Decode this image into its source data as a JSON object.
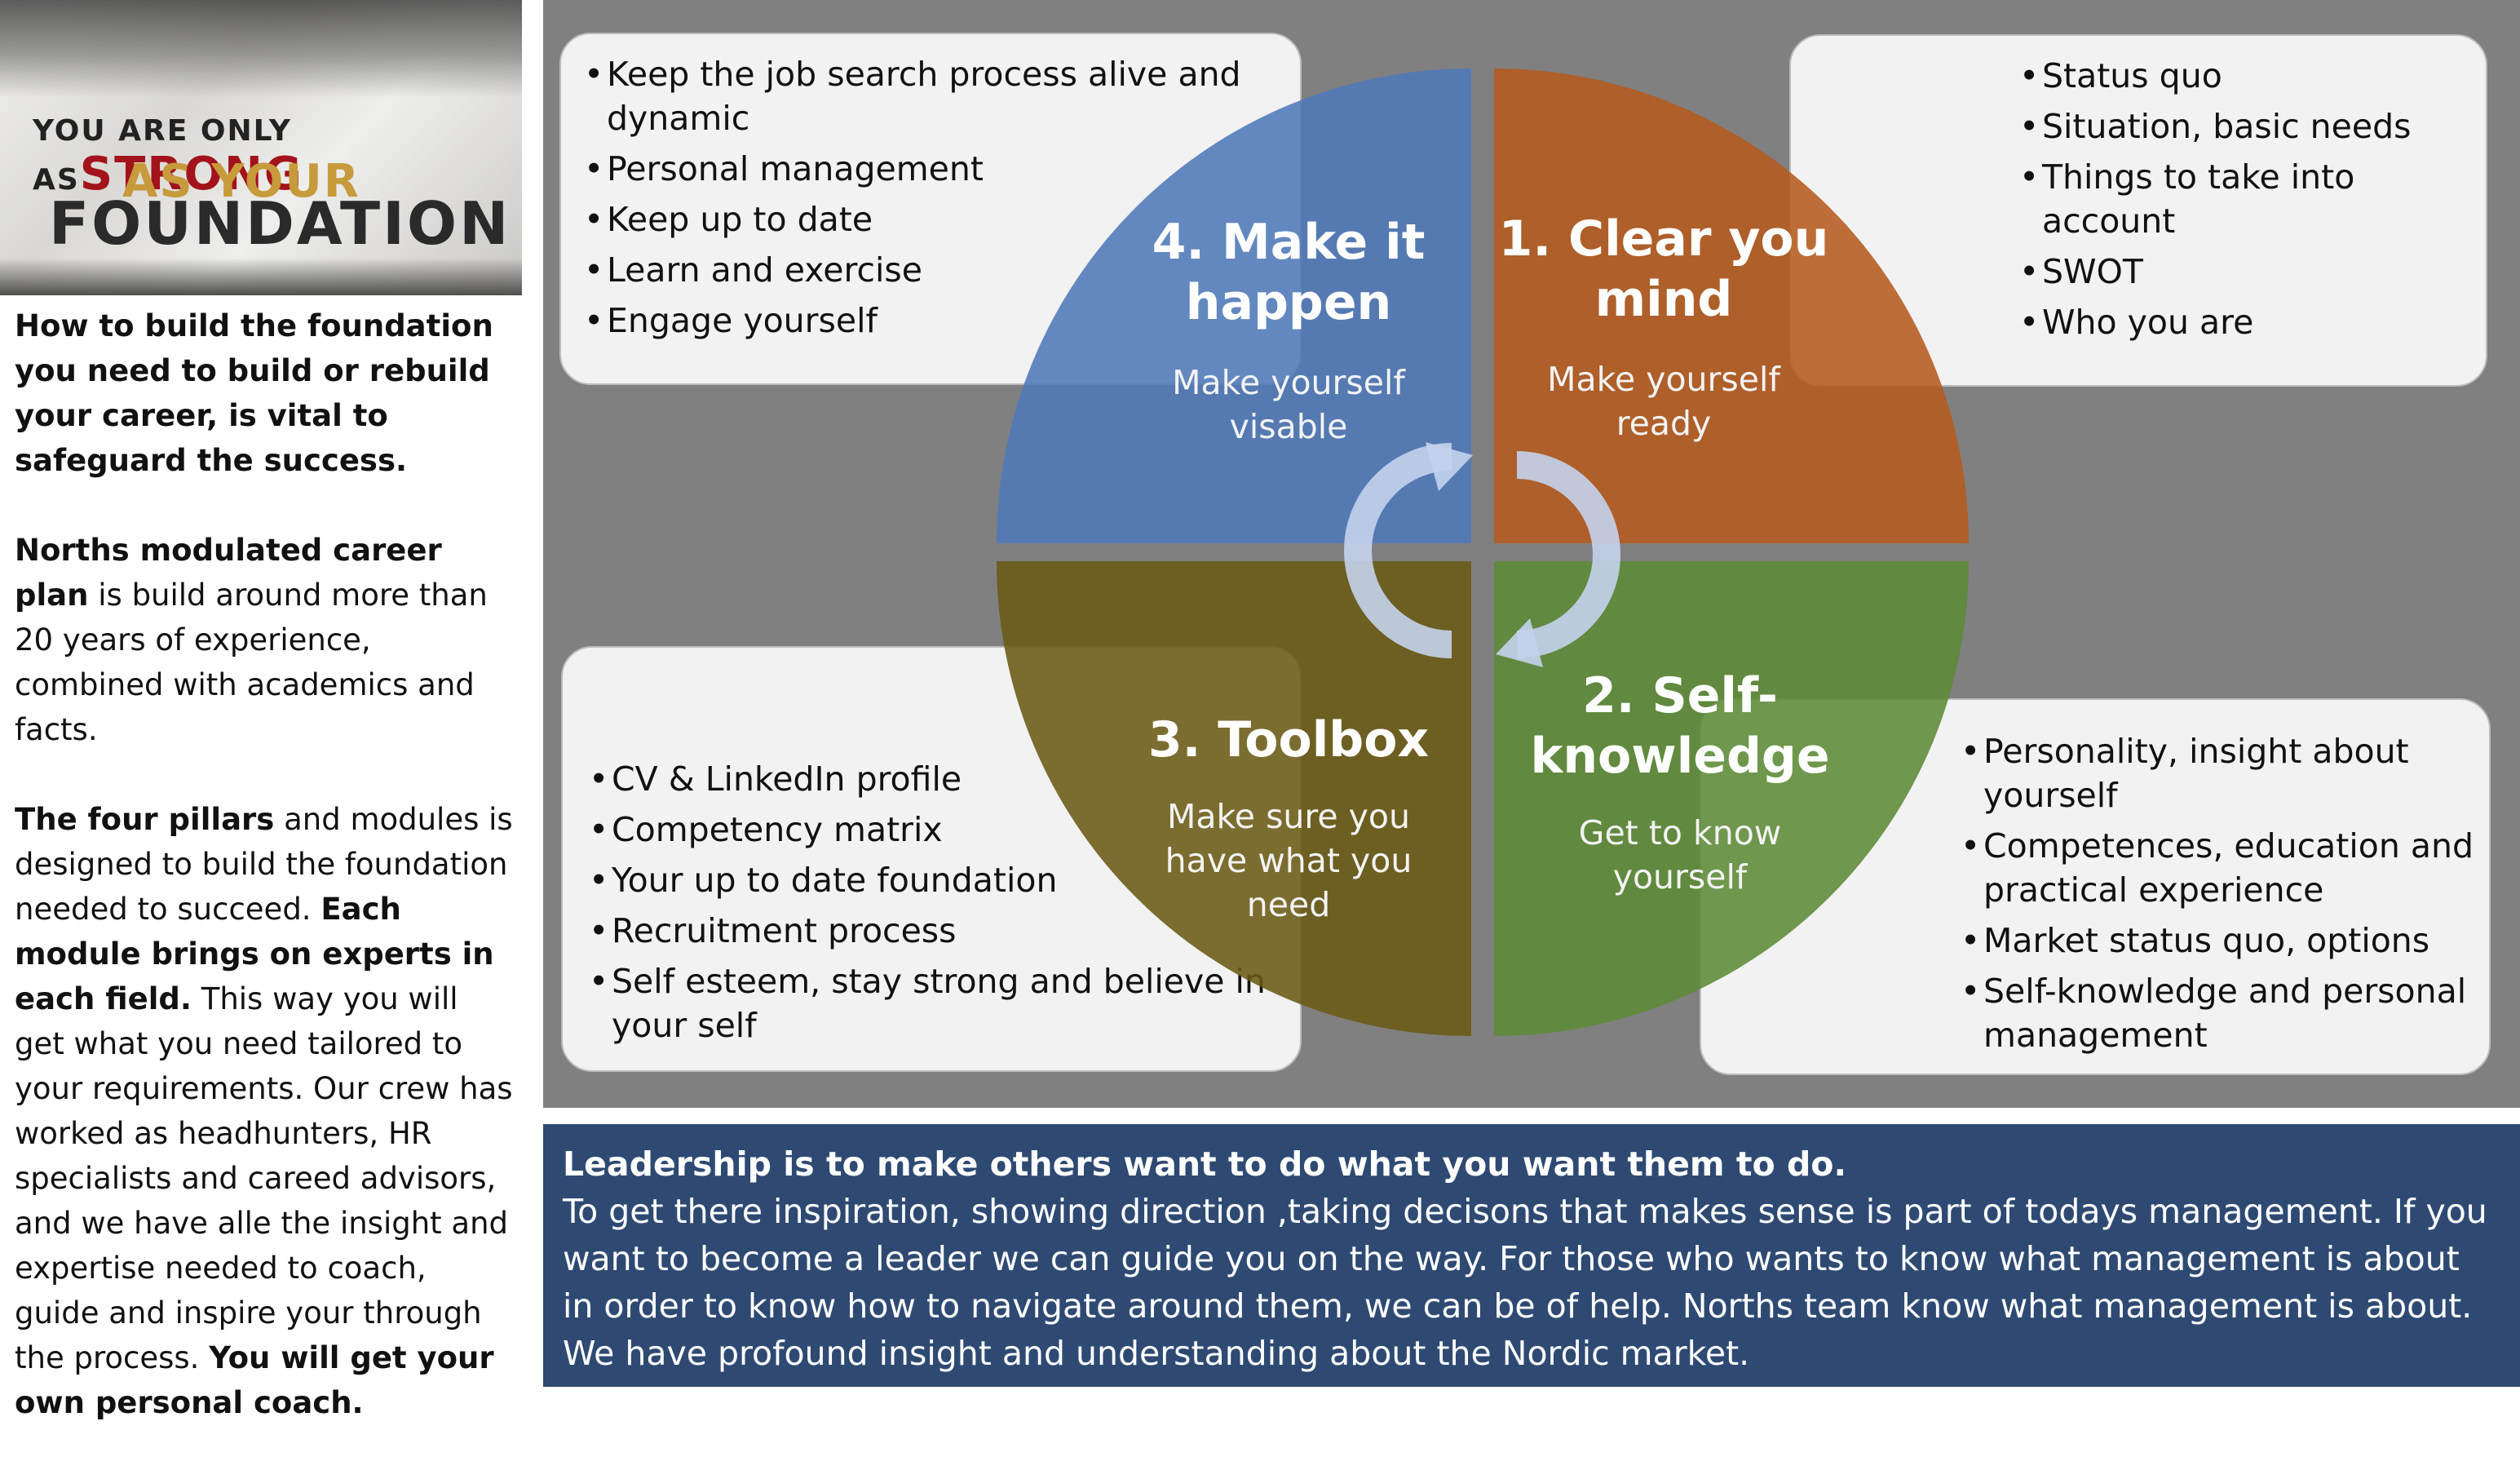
{
  "banner": {
    "line1a": "YOU ARE ONLY AS",
    "line1b": "STRONG",
    "line2": "AS YOUR",
    "line3": "FOUNDATION"
  },
  "intro": {
    "p1_bold": "How to build the foundation you need to build or rebuild your career, is vital to safeguard the success.",
    "p2_bold": "Norths modulated career plan",
    "p2_text": " is build around more than 20 years of experience, combined with academics and facts.",
    "p3_bold1": "The four pillars",
    "p3_text1": " and modules is designed to build the foundation needed to succeed. ",
    "p3_bold2": "Each module brings on experts in each field.",
    "p3_text2": " This way you will get what you need tailored to your requirements. Our crew has worked as headhunters, HR specialists and careed advisors, and we have alle the insight and expertise needed to coach, guide and inspire your through the process. ",
    "p3_bold3": "You will get your own personal coach."
  },
  "diagram": {
    "q1": {
      "title_line1": "1. Clear you",
      "title_line2": "mind",
      "sub_line1": "Make yourself",
      "sub_line2": "ready",
      "color": "#b45a1e"
    },
    "q2": {
      "title_line1": "2. Self-",
      "title_line2": "knowledge",
      "sub_line1": "Get to know",
      "sub_line2": "yourself",
      "color": "#5c8a35"
    },
    "q3": {
      "title_line1": "3. Toolbox",
      "sub_line1": "Make sure you",
      "sub_line2": "have what you",
      "sub_line3": "need",
      "color": "#6a5a14"
    },
    "q4": {
      "title_line1": "4. Make it",
      "title_line2": "happen",
      "sub_line1": "Make yourself",
      "sub_line2": "visable",
      "color": "#4f79b8"
    }
  },
  "boxes": {
    "top_left": [
      "Keep the job search process alive and dynamic",
      "Personal management",
      "Keep up to date",
      "Learn and exercise",
      "Engage yourself"
    ],
    "top_right": [
      "Status quo",
      "Situation, basic needs",
      "Things to take into account",
      "SWOT",
      "Who you are"
    ],
    "bottom_left": [
      "CV & LinkedIn profile",
      "Competency matrix",
      "Your up to date foundation",
      "Recruitment process",
      "Self esteem, stay strong and believe in your self"
    ],
    "bottom_right": [
      "Personality, insight about yourself",
      "Competences, education and practical experience",
      "Market status quo, options",
      "Self-knowledge and personal management"
    ]
  },
  "leadership": {
    "heading": "Leadership is to make others want to do what you want them to do.",
    "body": "To get there inspiration, showing direction ,taking decisons that makes sense is part of todays management. If you want to become a leader we can guide you on the way. For those who wants to know what management is about in order to know how to navigate around them, we can be of help. Norths team know what management is about. We have profound insight and understanding about the Nordic market."
  }
}
